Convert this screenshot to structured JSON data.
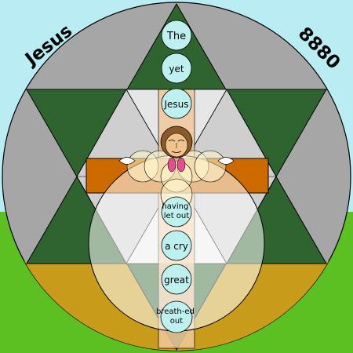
{
  "corner_labels": {
    "left": "Jesus",
    "right": "8880"
  },
  "circle_words": [
    "The",
    "yet",
    "Jesus",
    "having let out",
    "a cry",
    "great",
    "breath-ed out"
  ],
  "colors": {
    "sky": "#b9ecf3",
    "grass": "#5cbf22",
    "outer_disc": "#a6a6a6",
    "star": "#2f632f",
    "inner_gray": "#cfcfcf",
    "cross_beam": "#cc6a00",
    "cross_stem": "#f0c99c",
    "ground_band": "#c89b1a",
    "word_circle_fill": "#bff0f0",
    "outline": "#000000"
  }
}
